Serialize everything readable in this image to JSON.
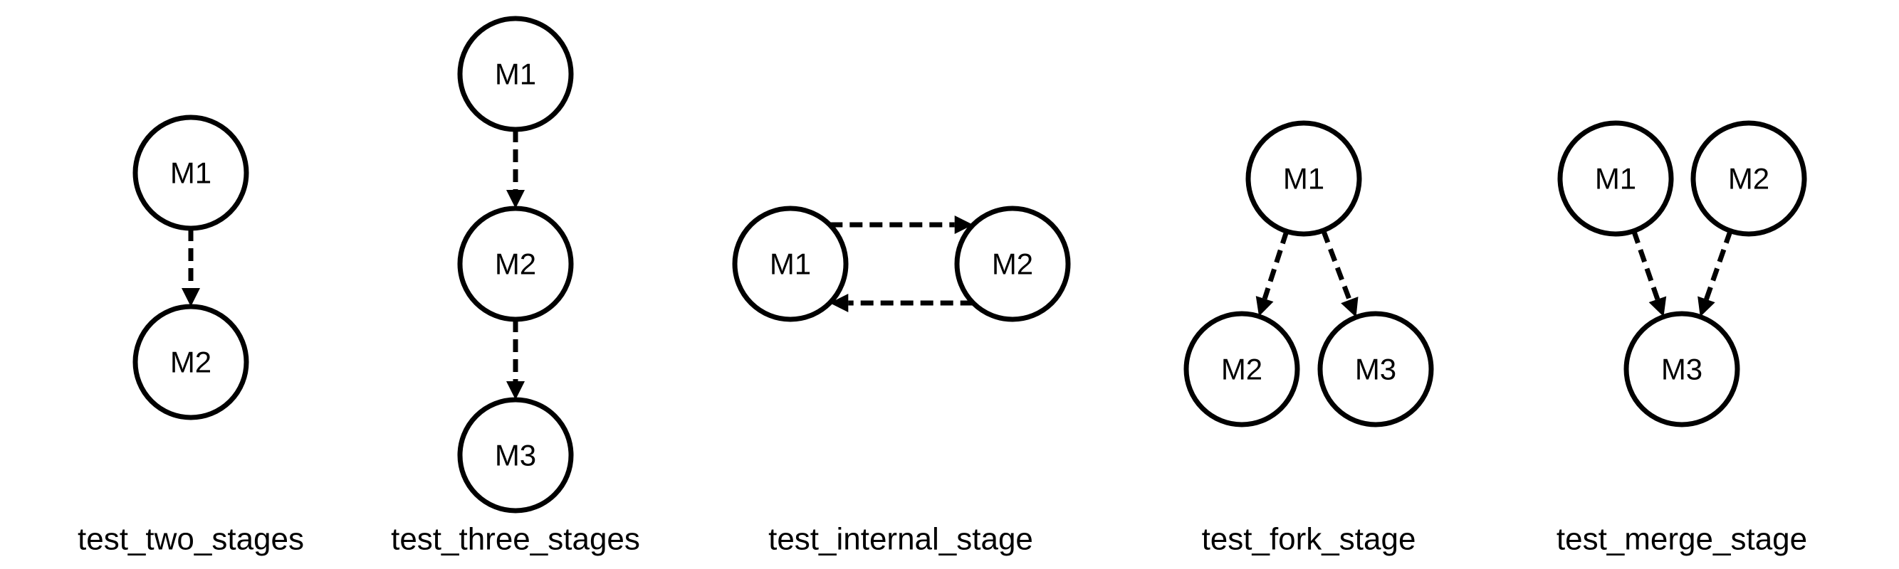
{
  "diagrams": [
    {
      "caption": "test_two_stages",
      "nodes": [
        {
          "id": "m1",
          "label": "M1"
        },
        {
          "id": "m2",
          "label": "M2"
        }
      ],
      "edges": [
        {
          "from": "m1",
          "to": "m2"
        }
      ]
    },
    {
      "caption": "test_three_stages",
      "nodes": [
        {
          "id": "m1",
          "label": "M1"
        },
        {
          "id": "m2",
          "label": "M2"
        },
        {
          "id": "m3",
          "label": "M3"
        }
      ],
      "edges": [
        {
          "from": "m1",
          "to": "m2"
        },
        {
          "from": "m2",
          "to": "m3"
        }
      ]
    },
    {
      "caption": "test_internal_stage",
      "nodes": [
        {
          "id": "m1",
          "label": "M1"
        },
        {
          "id": "m2",
          "label": "M2"
        }
      ],
      "edges": [
        {
          "from": "m1",
          "to": "m2"
        },
        {
          "from": "m2",
          "to": "m1"
        }
      ]
    },
    {
      "caption": "test_fork_stage",
      "nodes": [
        {
          "id": "m1",
          "label": "M1"
        },
        {
          "id": "m2",
          "label": "M2"
        },
        {
          "id": "m3",
          "label": "M3"
        }
      ],
      "edges": [
        {
          "from": "m1",
          "to": "m2"
        },
        {
          "from": "m1",
          "to": "m3"
        }
      ]
    },
    {
      "caption": "test_merge_stage",
      "nodes": [
        {
          "id": "m1",
          "label": "M1"
        },
        {
          "id": "m2",
          "label": "M2"
        },
        {
          "id": "m3",
          "label": "M3"
        }
      ],
      "edges": [
        {
          "from": "m1",
          "to": "m3"
        },
        {
          "from": "m2",
          "to": "m3"
        }
      ]
    }
  ],
  "style": {
    "stroke_color": "#000000",
    "fill_color": "#ffffff",
    "edge_style": "dashed"
  }
}
